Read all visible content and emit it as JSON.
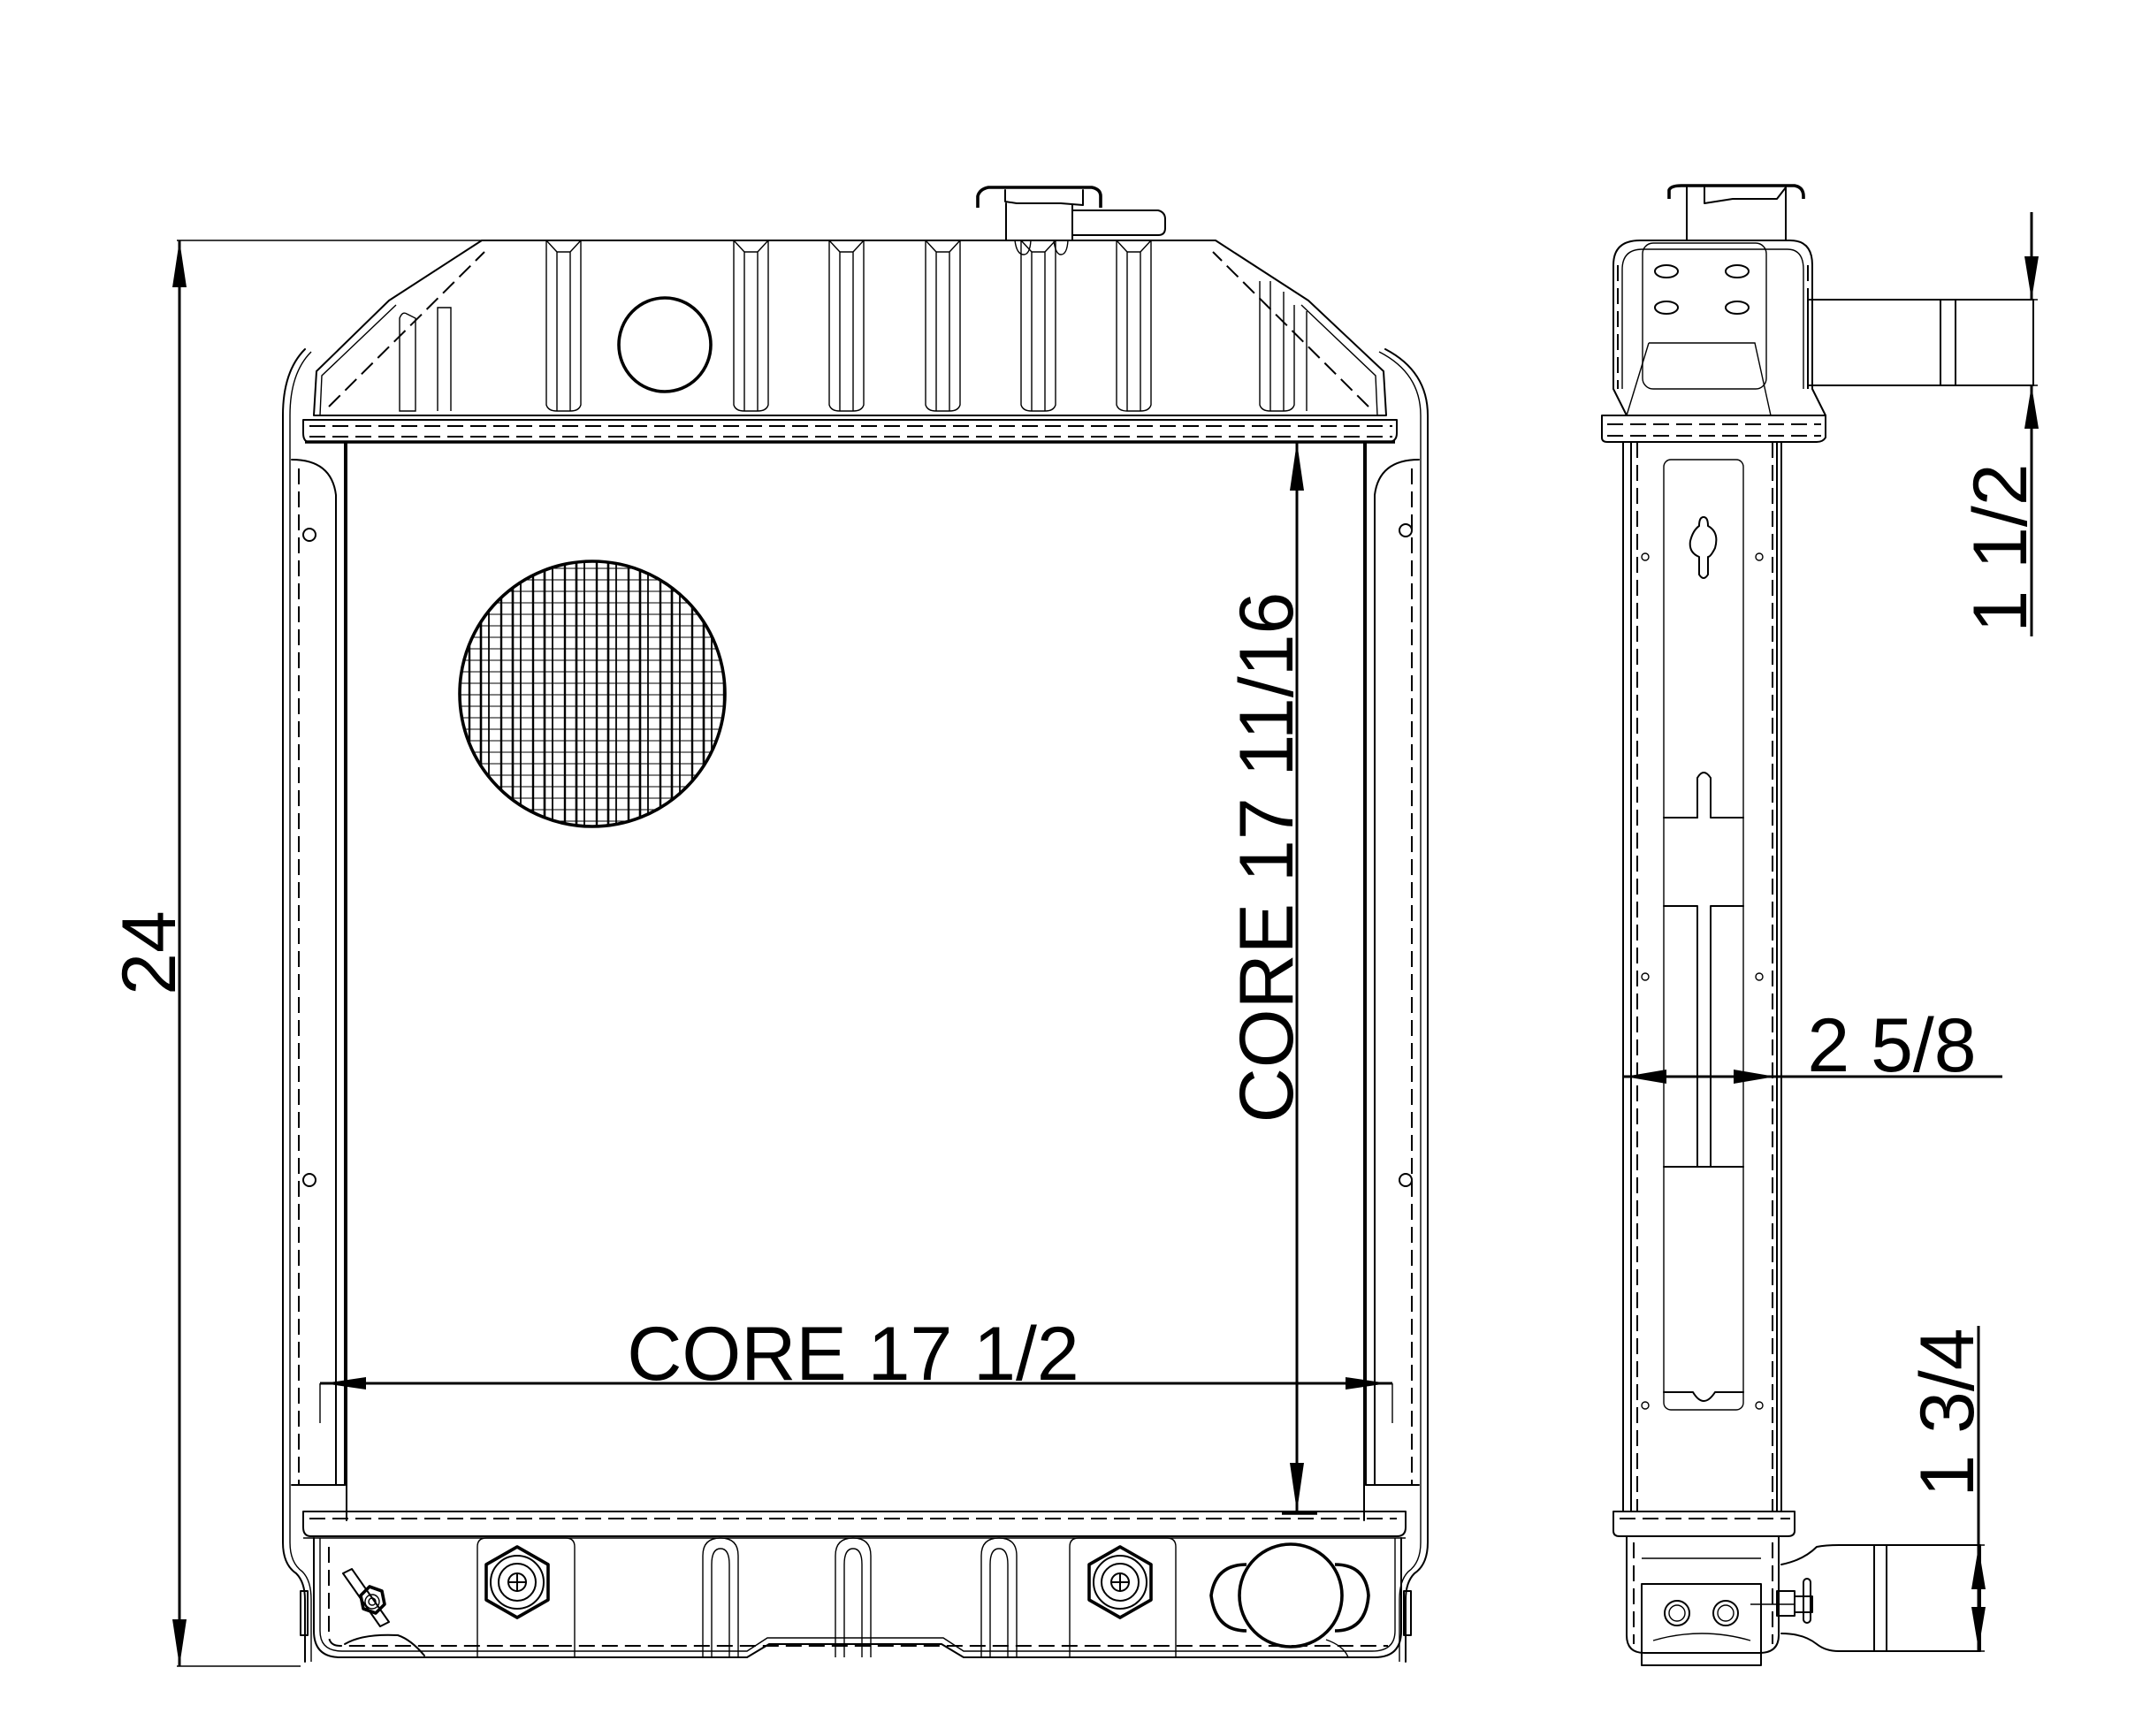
{
  "drawing": {
    "title": "Radiator dimension drawing",
    "views": [
      "front-view",
      "side-view"
    ],
    "units": "inches"
  },
  "dimensions": {
    "overall_height": "24",
    "core_height": "CORE 17 11/16",
    "core_width": "CORE 17 1/2",
    "core_thickness": "2 5/8",
    "inlet_diameter": "1 1/2",
    "outlet_diameter": "1 3/4"
  },
  "colors": {
    "line": "#000000",
    "background": "#ffffff"
  }
}
